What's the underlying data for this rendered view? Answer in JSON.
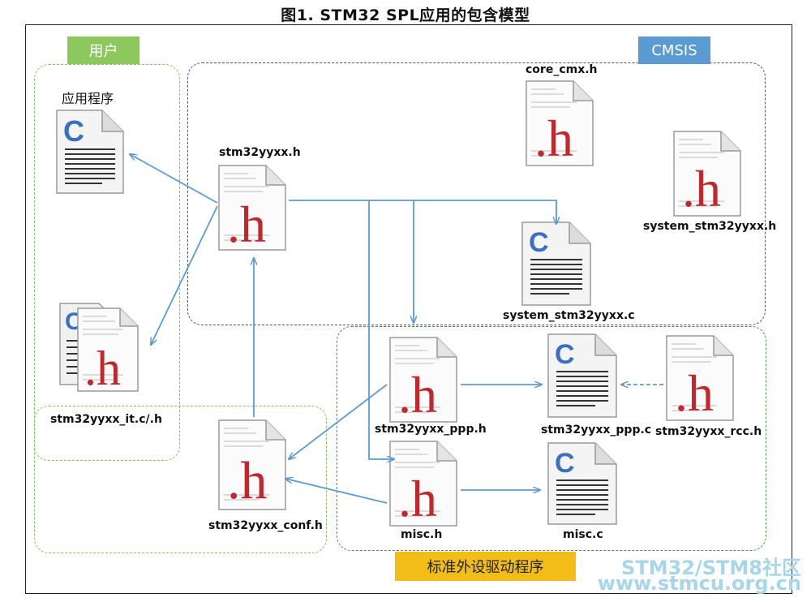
{
  "title": "图1. STM32 SPL应用的包含模型",
  "groups": {
    "user": "用户",
    "cmsis": "CMSIS",
    "driver": "标准外设驱动程序"
  },
  "labels": {
    "app": "应用程序",
    "it": "stm32yyxx_it.c/.h",
    "main_h": "stm32yyxx.h",
    "core": "core_cmx.h",
    "system_h": "system_stm32yyxx.h",
    "system_c": "system_stm32yyxx.c",
    "ppp_h": "stm32yyxx_ppp.h",
    "ppp_c": "stm32yyxx_ppp.c",
    "rcc_h": "stm32yyxx_rcc.h",
    "conf_h": "stm32yyxx_conf.h",
    "misc_h": "misc.h",
    "misc_c": "misc.c"
  },
  "glyphs": {
    "c": "C",
    "h": ".h"
  },
  "watermark": {
    "line1": "STM32/STM8社区",
    "line2": "www.stmcu.org.cn"
  },
  "colors": {
    "arrow": "#5b9bd5",
    "user_green": "#8dc85c",
    "cmsis_blue": "#5a9bd4",
    "driver_yellow": "#f3bd17",
    "h_red": "#c0282d",
    "c_blue": "#3a6fc4"
  }
}
